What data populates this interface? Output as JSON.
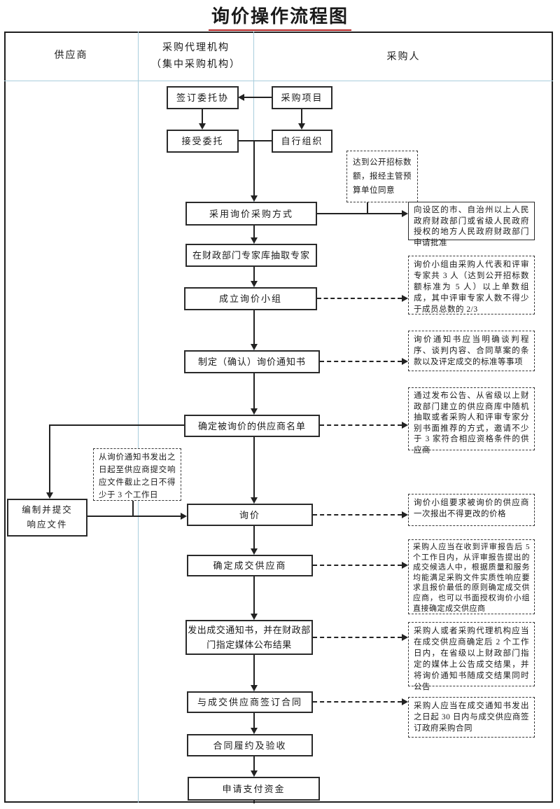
{
  "title": "询价操作流程图",
  "lanes": {
    "supplier": "供应商",
    "agency_line1": "采购代理机构",
    "agency_line2": "（集中采购机构）",
    "purchaser": "采购人"
  },
  "flow": {
    "sign": "签订委托协",
    "project": "采购项目",
    "accept": "接受委托",
    "self_organize": "自行组织",
    "adopt": "采用询价采购方式",
    "extract_experts": "在财政部门专家库抽取专家",
    "form_team": "成立询价小组",
    "make_notice": "制定（确认）询价通知书",
    "supplier_list": "确定被询价的供应商名单",
    "prepare_line1": "编制并提交",
    "prepare_line2": "响应文件",
    "inquiry": "询价",
    "confirm_supplier": "确定成交供应商",
    "announce_line1": "发出成交通知书，并在财政部",
    "announce_line2": "门指定媒体公布结果",
    "sign_contract": "与成交供应商签订合同",
    "fulfill": "合同履约及验收",
    "payment": "申请支付资金"
  },
  "notes": {
    "threshold": "达到公开招标数额，报经主管预算单位同意",
    "approval": "向设区的市、自治州以上人民政府财政部门或省级人民政府授权的地方人民政府财政部门申请批准",
    "team": "询价小组由采购人代表和评审专家共 3 人（达到公开招标数额标准为 5 人）以上单数组成，其中评审专家人数不得少于成员总数的 2/3",
    "notice": "询价通知书应当明确谈判程序、谈判内容、合同草案的条款以及评定成交的标准等事项",
    "list": "通过发布公告、从省级以上财政部门建立的供应商库中随机抽取或者采购人和评审专家分别书面推荐的方式，邀请不少于 3 家符合相应资格条件的供应商",
    "deadline": "从询价通知书发出之日起至供应商提交响应文件截止之日不得少于 3 个工作日",
    "inquiry": "询价小组要求被询价的供应商一次报出不得更改的价格",
    "confirm": "采购人应当在收到评审报告后 5 个工作日内，从评审报告提出的成交候选人中，根据质量和服务均能满足采购文件实质性响应要求且报价最低的原则确定成交供应商，也可以书面授权询价小组直接确定成交供应商",
    "announce": "采购人或者采购代理机构应当在成交供应商确定后 2 个工作日内，在省级以上财政部门指定的媒体上公告成交结果，并将询价通知书随成交结果同时公告",
    "contract": "采购人应当在成交通知书发出之日起 30 日内与成交供应商签订政府采购合同"
  },
  "colors": {
    "title_underline": "#b22222",
    "lane_divider": "#a9cedd",
    "line": "#222222"
  }
}
